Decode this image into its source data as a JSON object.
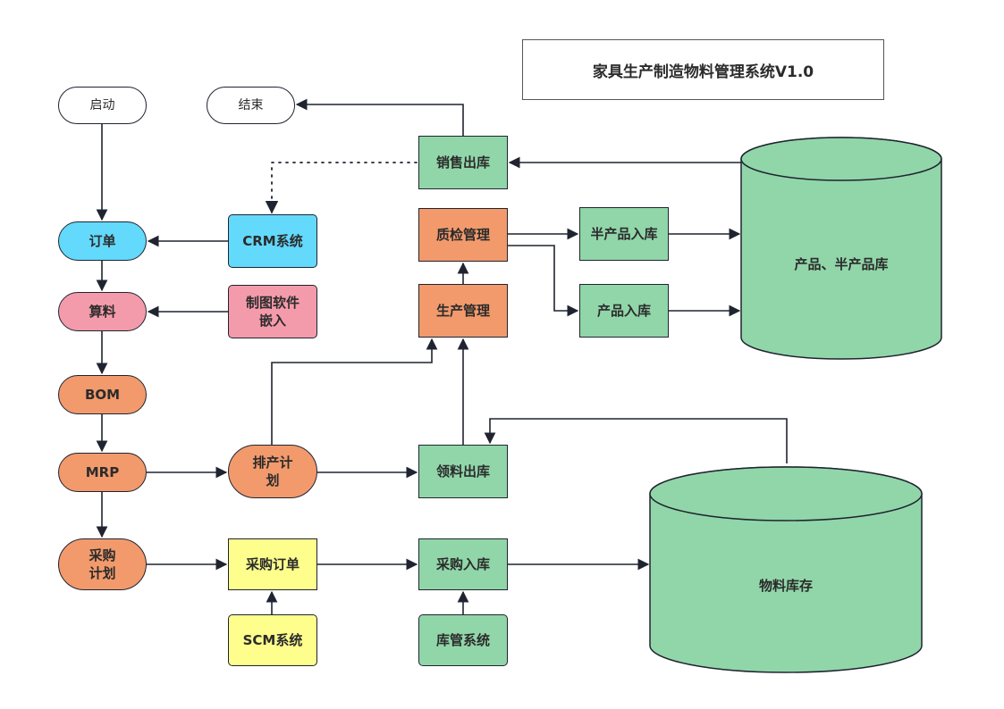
{
  "title": "家具生产制造物料管理系统V1.0",
  "colors": {
    "white": "#ffffff",
    "cyan": "#63d9fb",
    "pink": "#f49bab",
    "orange": "#f29a6c",
    "green": "#91d6a9",
    "yellow": "#fdfe8c",
    "stroke": "#1f2430"
  },
  "nodes": {
    "start": "启动",
    "end": "结束",
    "order": "订单",
    "calc": "算料",
    "bom": "BOM",
    "mrp": "MRP",
    "purchase_plan": "采购\n计划",
    "crm": "CRM系统",
    "drawing": "制图软件\n嵌入",
    "schedule": "排产计\n划",
    "purchase_order": "采购订单",
    "scm": "SCM系统",
    "sales_out": "销售出库",
    "qc": "质检管理",
    "production": "生产管理",
    "material_out": "领料出库",
    "purchase_in": "采购入库",
    "warehouse_sys": "库管系统",
    "semi_in": "半产品入库",
    "product_in": "产品入库"
  },
  "databases": {
    "product_db": "产品、半产品库",
    "material_db": "物料库存"
  },
  "edges": [
    {
      "from": "start",
      "to": "order"
    },
    {
      "from": "order",
      "to": "calc"
    },
    {
      "from": "calc",
      "to": "bom"
    },
    {
      "from": "bom",
      "to": "mrp"
    },
    {
      "from": "mrp",
      "to": "purchase_plan"
    },
    {
      "from": "crm",
      "to": "order"
    },
    {
      "from": "drawing",
      "to": "calc"
    },
    {
      "from": "mrp",
      "to": "schedule"
    },
    {
      "from": "schedule",
      "to": "material_out"
    },
    {
      "from": "schedule",
      "to": "production"
    },
    {
      "from": "purchase_plan",
      "to": "purchase_order"
    },
    {
      "from": "scm",
      "to": "purchase_order"
    },
    {
      "from": "purchase_order",
      "to": "purchase_in"
    },
    {
      "from": "warehouse_sys",
      "to": "purchase_in"
    },
    {
      "from": "purchase_in",
      "to": "material_db"
    },
    {
      "from": "material_db",
      "to": "material_out"
    },
    {
      "from": "material_out",
      "to": "production"
    },
    {
      "from": "production",
      "to": "qc"
    },
    {
      "from": "qc",
      "to": "semi_in"
    },
    {
      "from": "qc",
      "to": "product_in"
    },
    {
      "from": "semi_in",
      "to": "product_db"
    },
    {
      "from": "product_in",
      "to": "product_db"
    },
    {
      "from": "product_db",
      "to": "sales_out"
    },
    {
      "from": "sales_out",
      "to": "end"
    },
    {
      "from": "sales_out",
      "to": "crm",
      "style": "dotted"
    }
  ]
}
